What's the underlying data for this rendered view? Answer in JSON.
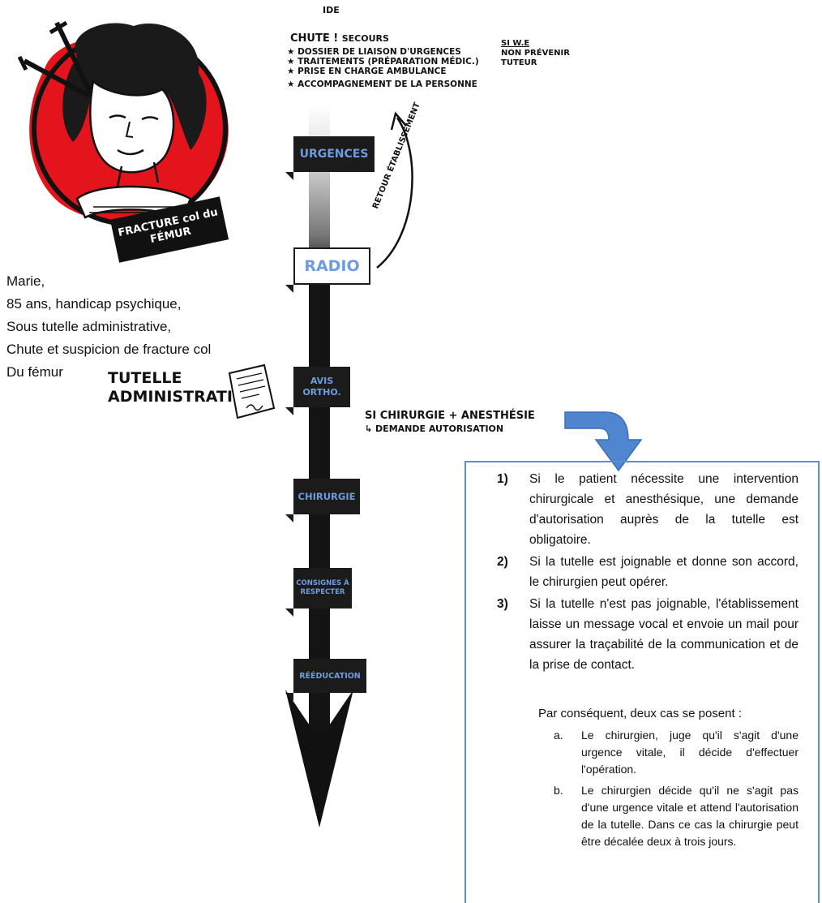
{
  "colors": {
    "accent_red": "#e3141b",
    "box_border": "#5b8fd3",
    "arrow_blue": "#4f86cf",
    "step_text": "#6f9be0"
  },
  "portrait": {
    "badge": "FRACTURE col du FÉMUR"
  },
  "patient": {
    "name": "Marie,",
    "line1": "85 ans, handicap psychique,",
    "line2": "Sous tutelle administrative,",
    "line3": "Chute et suspicion de fracture col",
    "line4": "Du fémur"
  },
  "tutelle_note": {
    "line1": "TUTELLE",
    "line2": "ADMINISTRATIVE"
  },
  "top_notes": {
    "ide": "IDE",
    "chute": "CHUTE !",
    "secours": "SECOURS",
    "items": [
      "★ DOSSIER DE LIAISON D'URGENCES",
      "★ TRAITEMENTS (PRÉPARATION MÉDIC.)",
      "★ PRISE EN CHARGE AMBULANCE",
      "★ ACCOMPAGNEMENT DE LA PERSONNE"
    ],
    "side_title": "SI W.E",
    "side_text": "NON PRÉVENIR TUTEUR"
  },
  "retour_label": "RETOUR ÉTABLISSEMENT",
  "steps": [
    "URGENCES",
    "RADIO",
    "AVIS ORTHO.",
    "CHIRURGIE",
    "CONSIGNES À RESPECTER",
    "RÉÉDUCATION"
  ],
  "surgery_note": {
    "line1": "SI CHIRURGIE + ANESTHÉSIE",
    "line2": "↳ DEMANDE AUTORISATION"
  },
  "info_box": {
    "items": [
      {
        "num": "1)",
        "text": "Si le patient nécessite une intervention chirurgicale et anesthésique, une demande d'autorisation auprès de la tutelle est obligatoire."
      },
      {
        "num": "2)",
        "text": "Si la tutelle est joignable et donne son accord, le chirurgien peut opérer."
      },
      {
        "num": "3)",
        "text": "Si la tutelle n'est pas joignable, l'établissement laisse un message vocal et envoie un mail pour assurer la traçabilité de la communication et de la prise de contact."
      }
    ],
    "conclusion": "Par conséquent, deux cas se posent :",
    "cases": [
      {
        "num": "a.",
        "text": "Le chirurgien, juge qu'il s'agit d'une urgence vitale, il décide d'effectuer l'opération."
      },
      {
        "num": "b.",
        "text": "Le chirurgien décide qu'il ne s'agit pas d'une urgence vitale et attend l'autorisation de la tutelle. Dans ce cas la chirurgie peut être décalée deux à trois jours."
      }
    ]
  }
}
